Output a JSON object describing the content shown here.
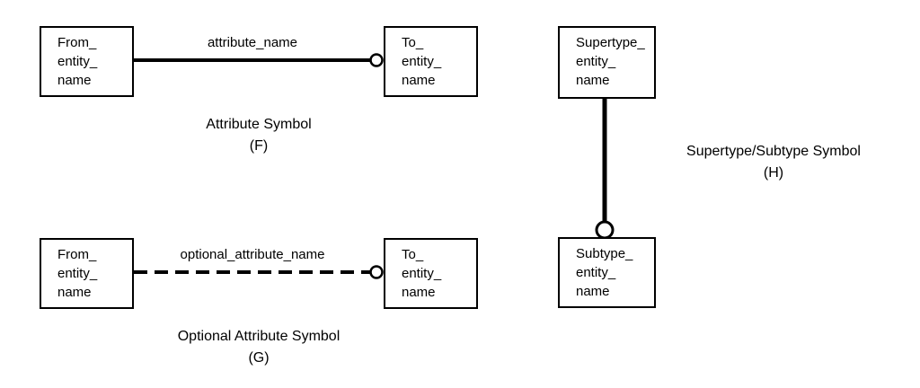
{
  "diagram": {
    "title_present": false,
    "background_color": "#ffffff",
    "stroke_color": "#000000",
    "text_color": "#000000"
  },
  "symbols": [
    {
      "id": "attribute-symbol",
      "letter": "(F)",
      "caption": "Attribute Symbol\n(F)",
      "caption_title": "Attribute Symbol",
      "from_entity": "From_\nentity_\nname",
      "to_entity": "To_\nentity_\nname",
      "edge_label": "attribute_name",
      "line_style": "solid",
      "terminator": "open-circle"
    },
    {
      "id": "optional-attribute-symbol",
      "letter": "(G)",
      "caption": "Optional Attribute Symbol\n(G)",
      "caption_title": "Optional Attribute Symbol",
      "from_entity": "From_\nentity_\nname",
      "to_entity": "To_\nentity_\nname",
      "edge_label": "optional_attribute_name",
      "line_style": "dashed",
      "terminator": "open-circle"
    },
    {
      "id": "supertype-subtype-symbol",
      "letter": "(H)",
      "caption": "Supertype/Subtype Symbol\n(H)",
      "caption_title": "Supertype/Subtype Symbol",
      "from_entity": "Supertype_\nentity_\nname",
      "to_entity": "Subtype_\nentity_\nname",
      "edge_label": "",
      "line_style": "solid-thick-vertical",
      "terminator": "open-circle"
    }
  ]
}
